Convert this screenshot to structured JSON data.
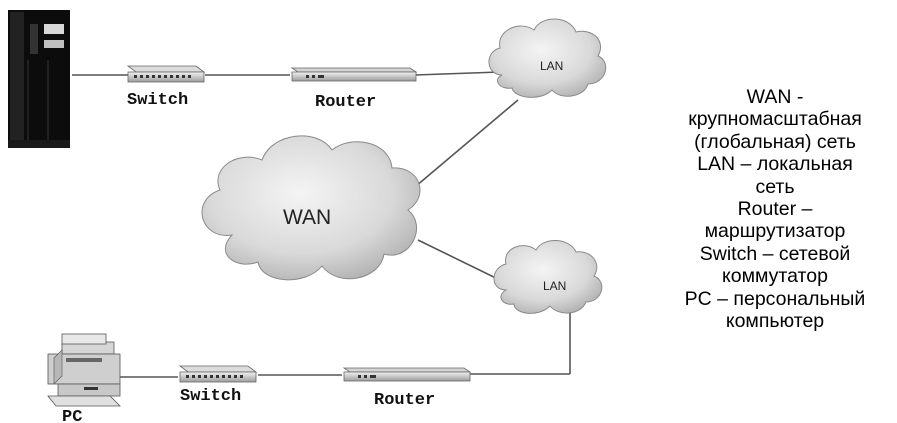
{
  "devices": {
    "switch_top": "Switch",
    "router_top": "Router",
    "switch_bottom": "Switch",
    "router_bottom": "Router",
    "pc": "PC"
  },
  "clouds": {
    "lan_top": "LAN",
    "wan": "WAN",
    "lan_bottom": "LAN"
  },
  "legend": {
    "lines": [
      "WAN -",
      "крупномасштабная",
      "(глобальная) сеть",
      "LAN – локальная",
      "сеть",
      "Router –",
      "маршрутизатор",
      "Switch – сетевой",
      "коммутатор",
      "PC  – персональный",
      "компьютер"
    ]
  }
}
